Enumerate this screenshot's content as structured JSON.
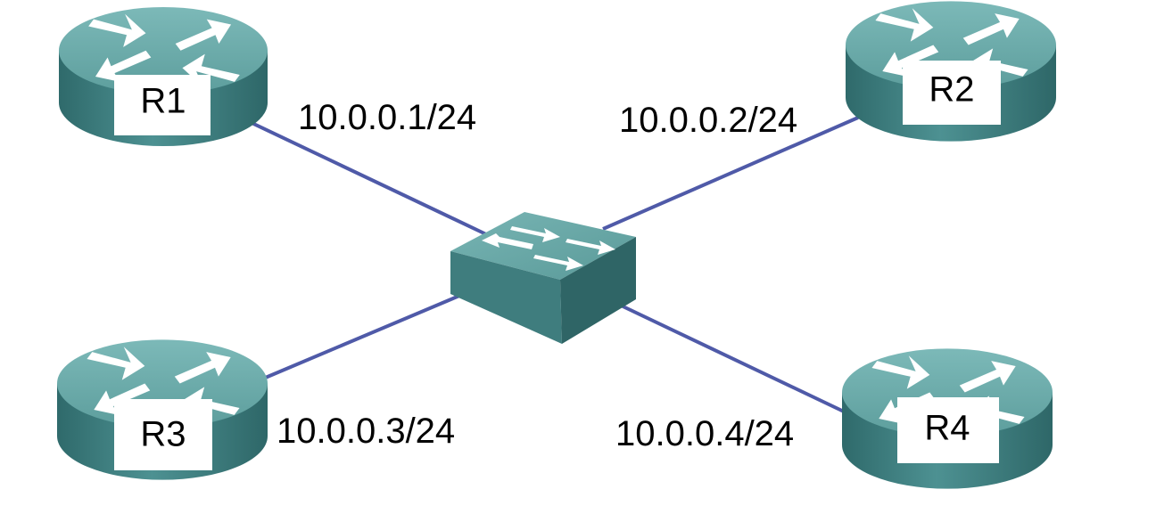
{
  "devices": {
    "r1": {
      "label": "R1",
      "icon": "router-icon"
    },
    "r2": {
      "label": "R2",
      "icon": "router-icon"
    },
    "r3": {
      "label": "R3",
      "icon": "router-icon"
    },
    "r4": {
      "label": "R4",
      "icon": "router-icon"
    },
    "switch": {
      "icon": "switch-icon"
    }
  },
  "links": {
    "r1": {
      "ip": "10.0.0.1/24"
    },
    "r2": {
      "ip": "10.0.0.2/24"
    },
    "r3": {
      "ip": "10.0.0.3/24"
    },
    "r4": {
      "ip": "10.0.0.4/24"
    }
  },
  "colors": {
    "link": "#4f5aa8",
    "device_top": "#68aaa9",
    "device_side": "#3f7f80",
    "arrow": "#ffffff",
    "label_box": "#ffffff"
  }
}
